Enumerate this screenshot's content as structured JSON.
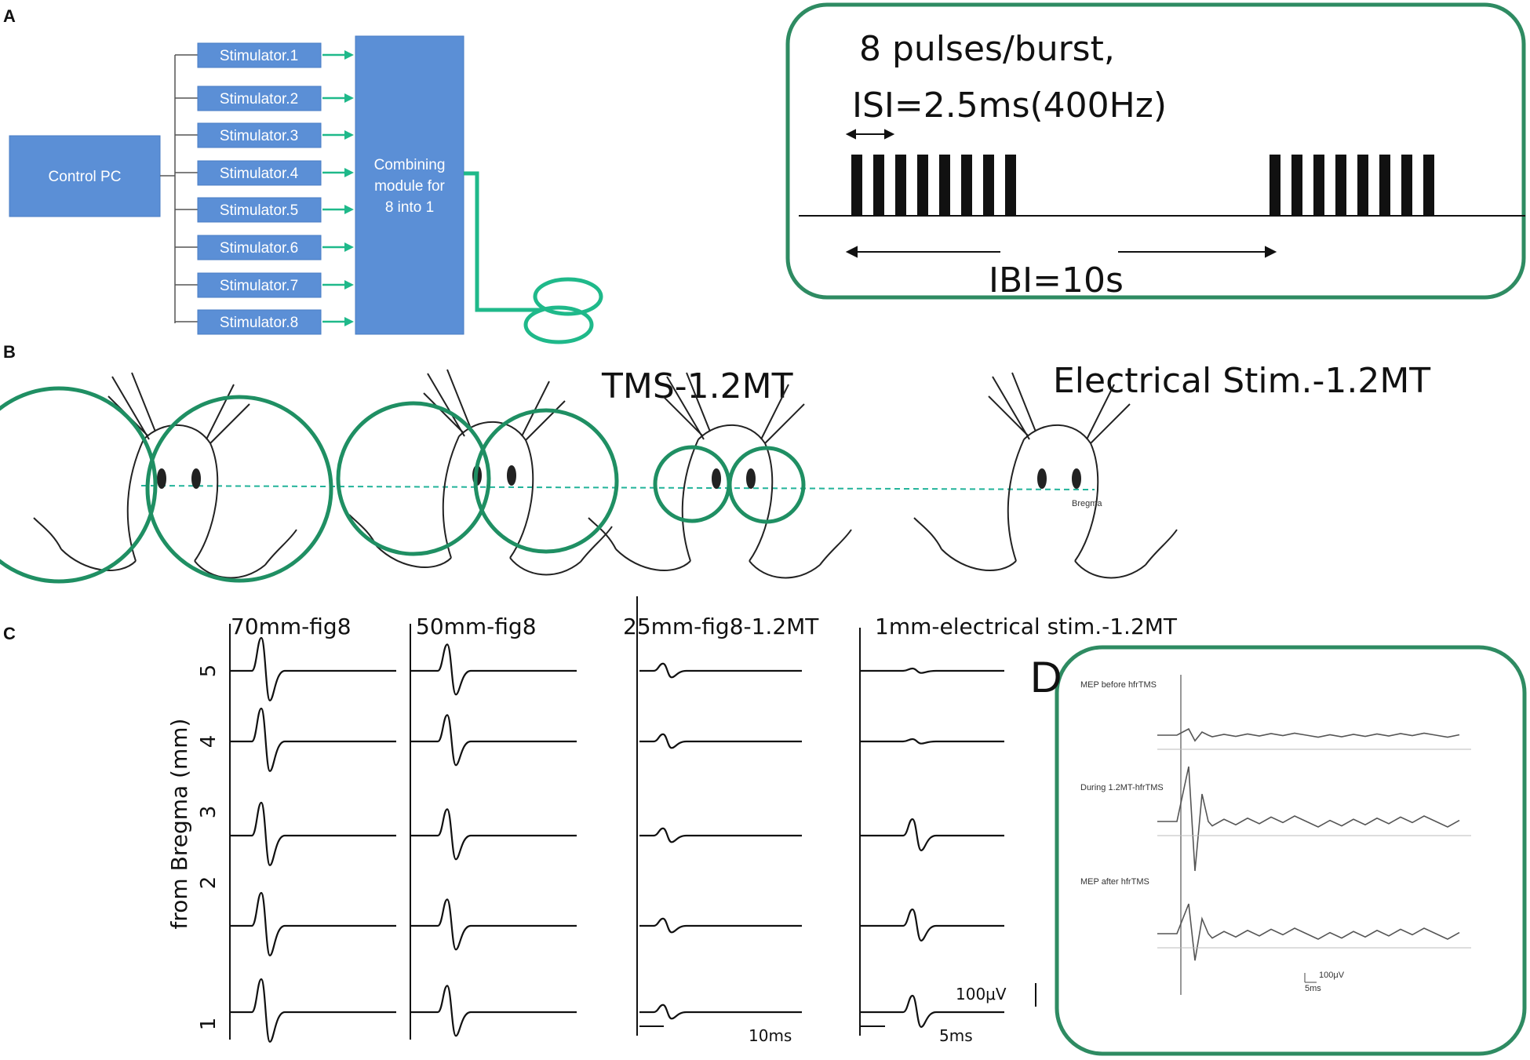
{
  "panel_letters": {
    "a": "A",
    "b": "B",
    "c": "C",
    "d": "D"
  },
  "colors": {
    "box_blue": "#5b8fd6",
    "accent_green": "#1a9a6c",
    "green_border": "#2e8b62",
    "trace": "#111111",
    "dashed_line": "#22b39a"
  },
  "panel_a": {
    "control_pc": "Control PC",
    "stimulators": [
      "Stimulator.1",
      "Stimulator.2",
      "Stimulator.3",
      "Stimulator.4",
      "Stimulator.5",
      "Stimulator.6",
      "Stimulator.7",
      "Stimulator.8"
    ],
    "combiner": [
      "Combining",
      "module for",
      "8 into 1"
    ],
    "coil_icon": "figure8-coil-icon",
    "pulse_train": {
      "line1": "8 pulses/burst,",
      "line2": "ISI=2.5ms(400Hz)",
      "ibi": "IBI=10s",
      "pulses_per_burst": 8,
      "bursts_shown": 2
    }
  },
  "panel_b": {
    "label_tms": "TMS-1.2MT",
    "label_electrical": "Electrical Stim.-1.2MT",
    "bregma": "Bregma",
    "icons": [
      "rat-head-icon",
      "rat-head-icon",
      "rat-head-icon",
      "rat-head-icon"
    ]
  },
  "panel_c": {
    "ylabel": "from Bregma (mm)",
    "positions": [
      "5",
      "4",
      "3",
      "2",
      "1"
    ],
    "columns": [
      "70mm-fig8",
      "50mm-fig8",
      "25mm-fig8-1.2MT",
      "1mm-electrical stim.-1.2MT"
    ],
    "relative_amplitude": [
      1.0,
      0.8,
      0.22,
      0.5
    ],
    "scale_amplitude": "100μV",
    "scale_time_1": "10ms",
    "scale_time_2": "5ms"
  },
  "panel_d": {
    "trace_labels": [
      "MEP before hfrTMS",
      "During 1.2MT-hfrTMS",
      "MEP after hfrTMS"
    ],
    "scale_amplitude": "100μV",
    "scale_time": "5ms"
  }
}
